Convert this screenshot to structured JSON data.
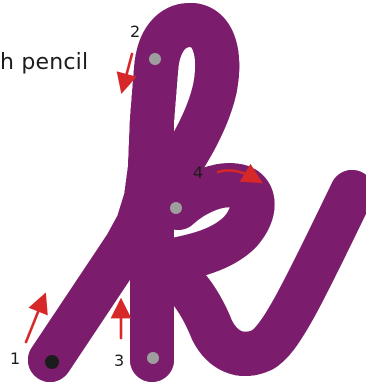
{
  "instruction_text": "h pencil",
  "letter": "k",
  "steps": [
    {
      "label": "1"
    },
    {
      "label": "2"
    },
    {
      "label": "3"
    },
    {
      "label": "4"
    }
  ],
  "colors": {
    "outline": "#7b1c6c",
    "track": "#dcdcdc",
    "guide": "#9e9e9e",
    "arrow": "#d62828",
    "start_dot": "#1c1c1c"
  },
  "icons": [
    "direction-arrow-icon",
    "start-dot-icon",
    "waypoint-dot-icon"
  ]
}
